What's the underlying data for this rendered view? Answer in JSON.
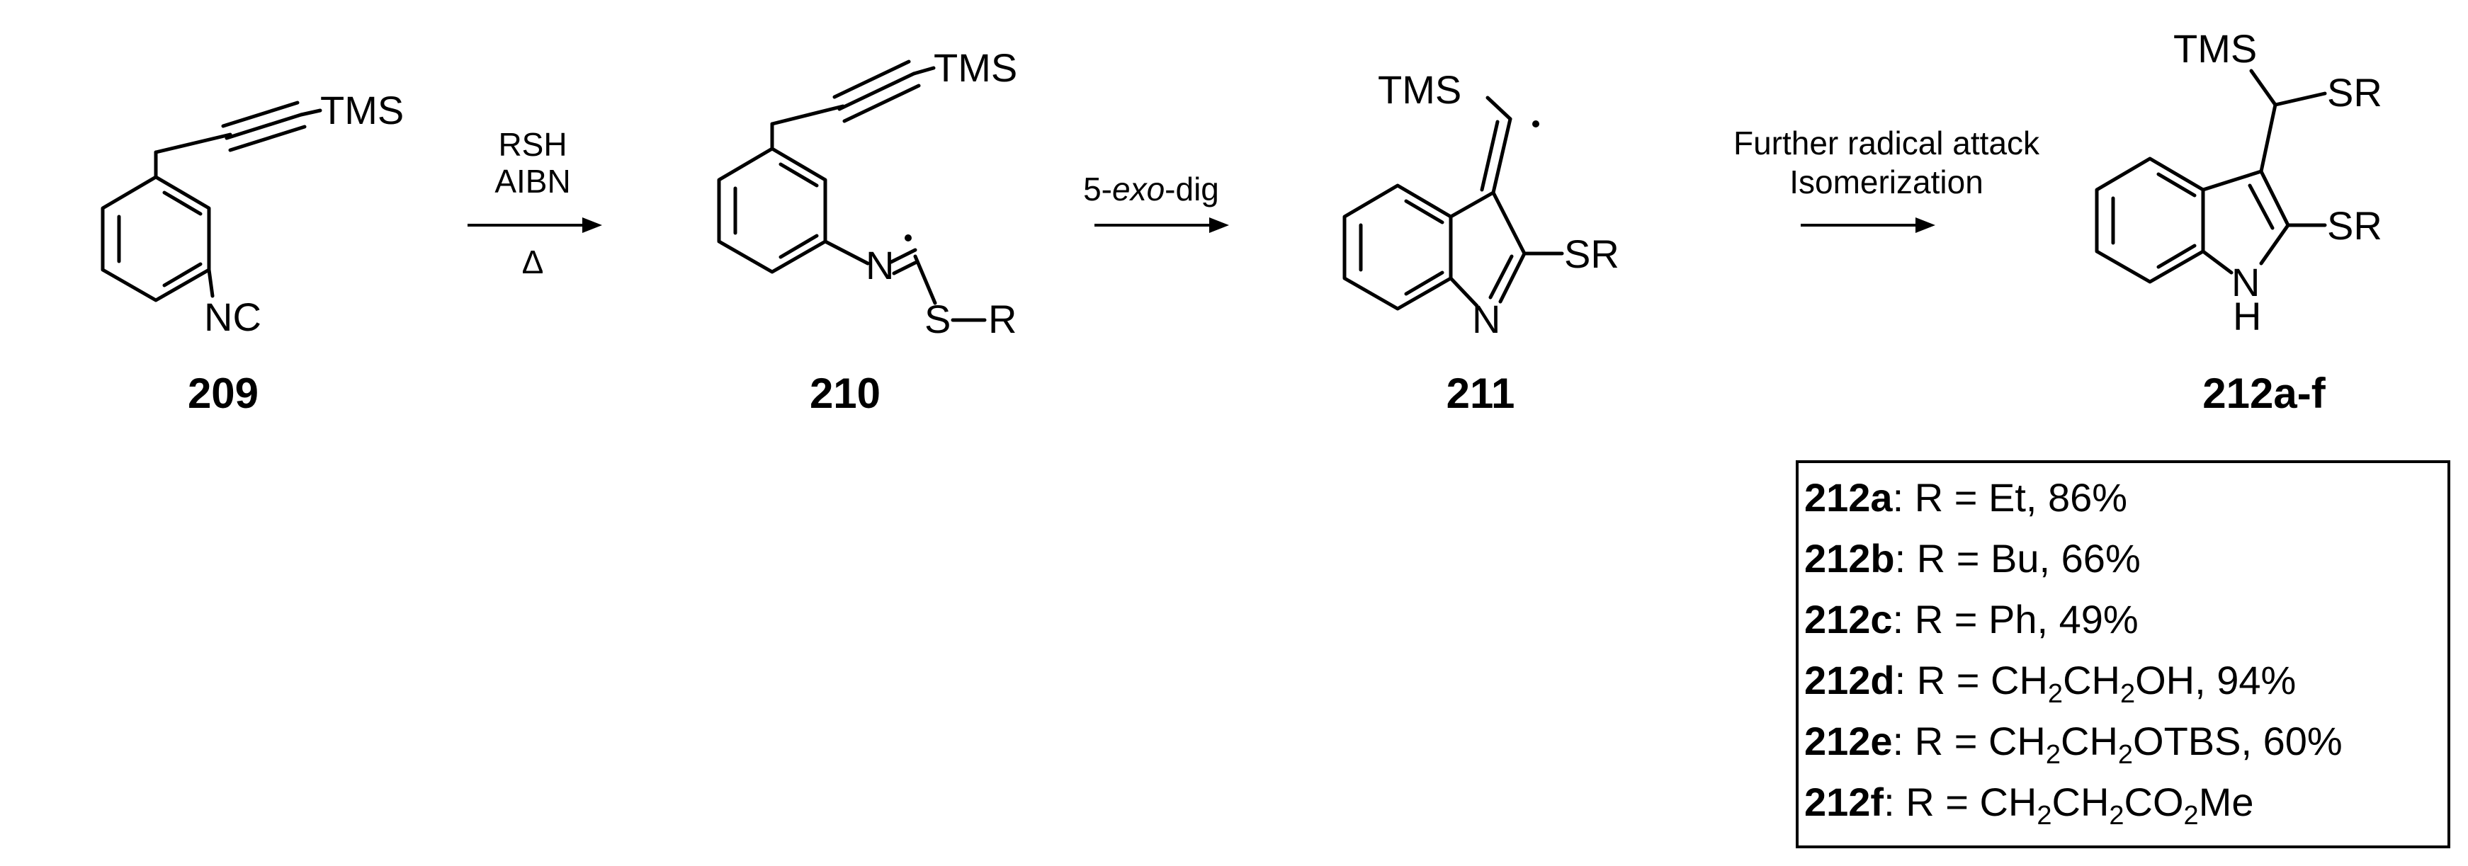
{
  "compounds": {
    "c209": {
      "id": "209",
      "labels": {
        "tms": "TMS",
        "nc": "NC"
      }
    },
    "c210": {
      "id": "210",
      "labels": {
        "tms": "TMS",
        "n": "N",
        "s": "S",
        "r": "R"
      }
    },
    "c211": {
      "id": "211",
      "labels": {
        "tms": "TMS",
        "sr": "SR",
        "n": "N"
      }
    },
    "c212": {
      "id": "212a-f",
      "labels": {
        "tms": "TMS",
        "sr_top": "SR",
        "sr_ring": "SR",
        "n": "N",
        "h": "H"
      }
    }
  },
  "steps": [
    {
      "conditions": [
        "RSH",
        "AIBN",
        "Δ"
      ]
    },
    {
      "conditions_prefix": "5-",
      "conditions_italic": "exo",
      "conditions_suffix": "-dig"
    },
    {
      "conditions": [
        "Further radical attack",
        "Isomerization"
      ]
    }
  ],
  "results": [
    {
      "id": "212a",
      "r_prefix": ": R = ",
      "r_parts": [
        {
          "t": "Et"
        }
      ],
      "yield_text": ", 86%"
    },
    {
      "id": "212b",
      "r_prefix": ": R = ",
      "r_parts": [
        {
          "t": "Bu"
        }
      ],
      "yield_text": ", 66%"
    },
    {
      "id": "212c",
      "r_prefix": ": R = ",
      "r_parts": [
        {
          "t": "Ph"
        }
      ],
      "yield_text": ", 49%"
    },
    {
      "id": "212d",
      "r_prefix": ": R = ",
      "r_parts": [
        {
          "t": "CH"
        },
        {
          "sub": "2"
        },
        {
          "t": "CH"
        },
        {
          "sub": "2"
        },
        {
          "t": "OH"
        }
      ],
      "yield_text": ", 94%"
    },
    {
      "id": "212e",
      "r_prefix": ": R = ",
      "r_parts": [
        {
          "t": "CH"
        },
        {
          "sub": "2"
        },
        {
          "t": "CH"
        },
        {
          "sub": "2"
        },
        {
          "t": "OTBS"
        }
      ],
      "yield_text": ", 60%"
    },
    {
      "id": "212f",
      "r_prefix": ": R = ",
      "r_parts": [
        {
          "t": "CH"
        },
        {
          "sub": "2"
        },
        {
          "t": "CH"
        },
        {
          "sub": "2"
        },
        {
          "t": "CO"
        },
        {
          "sub": "2"
        },
        {
          "t": "Me"
        }
      ],
      "yield_text": ""
    }
  ]
}
